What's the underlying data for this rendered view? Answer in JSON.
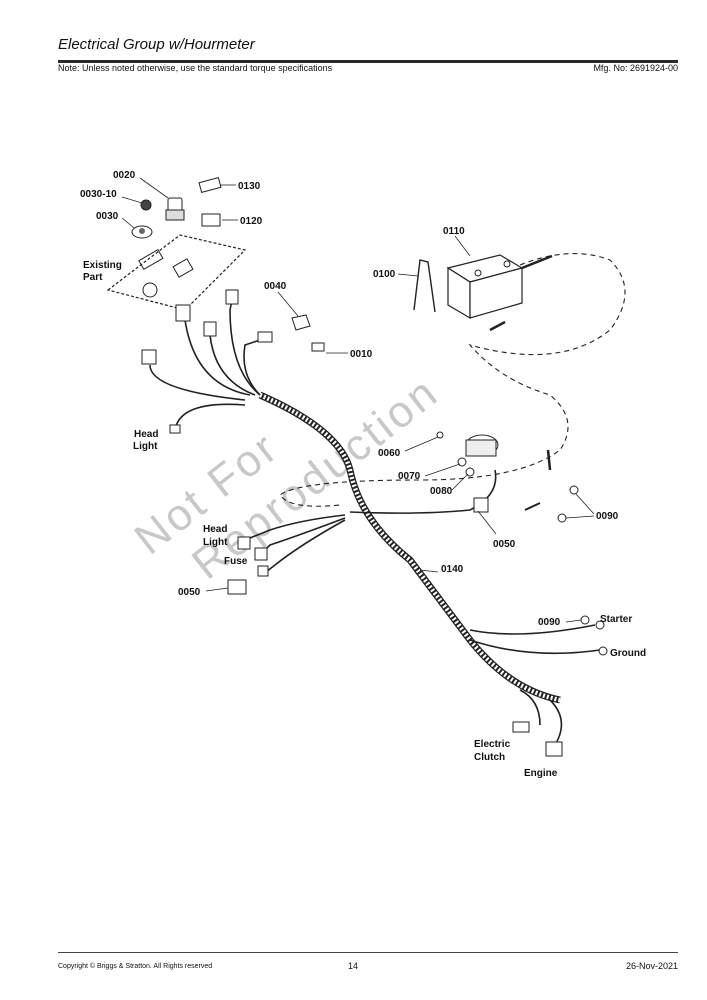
{
  "header": {
    "title": "Electrical Group w/Hourmeter",
    "note": "Note: Unless noted otherwise, use the standard torque specifications",
    "mfg_no": "Mfg. No: 2691924-00"
  },
  "watermark": {
    "line1": "Not For",
    "line2": "Reproduction"
  },
  "labels": {
    "p0020": "0020",
    "p0030_10": "0030-10",
    "p0030": "0030",
    "p0130": "0130",
    "p0120": "0120",
    "existing": "Existing",
    "part": "Part",
    "p0110": "0110",
    "p0100": "0100",
    "p0040": "0040",
    "p0010": "0010",
    "head1": "Head",
    "light1": "Light",
    "p0060": "0060",
    "p0070": "0070",
    "p0080": "0080",
    "p0090a": "0090",
    "p0050a": "0050",
    "head2": "Head",
    "light2": "Light",
    "fuse": "Fuse",
    "p0050b": "0050",
    "p0140": "0140",
    "p0090b": "0090",
    "starter": "Starter",
    "ground": "Ground",
    "electric": "Electric",
    "clutch": "Clutch",
    "engine": "Engine"
  },
  "footer": {
    "copyright": "Copyright ©  Briggs & Stratton. All Rights reserved",
    "page": "14",
    "date": "26-Nov-2021"
  }
}
